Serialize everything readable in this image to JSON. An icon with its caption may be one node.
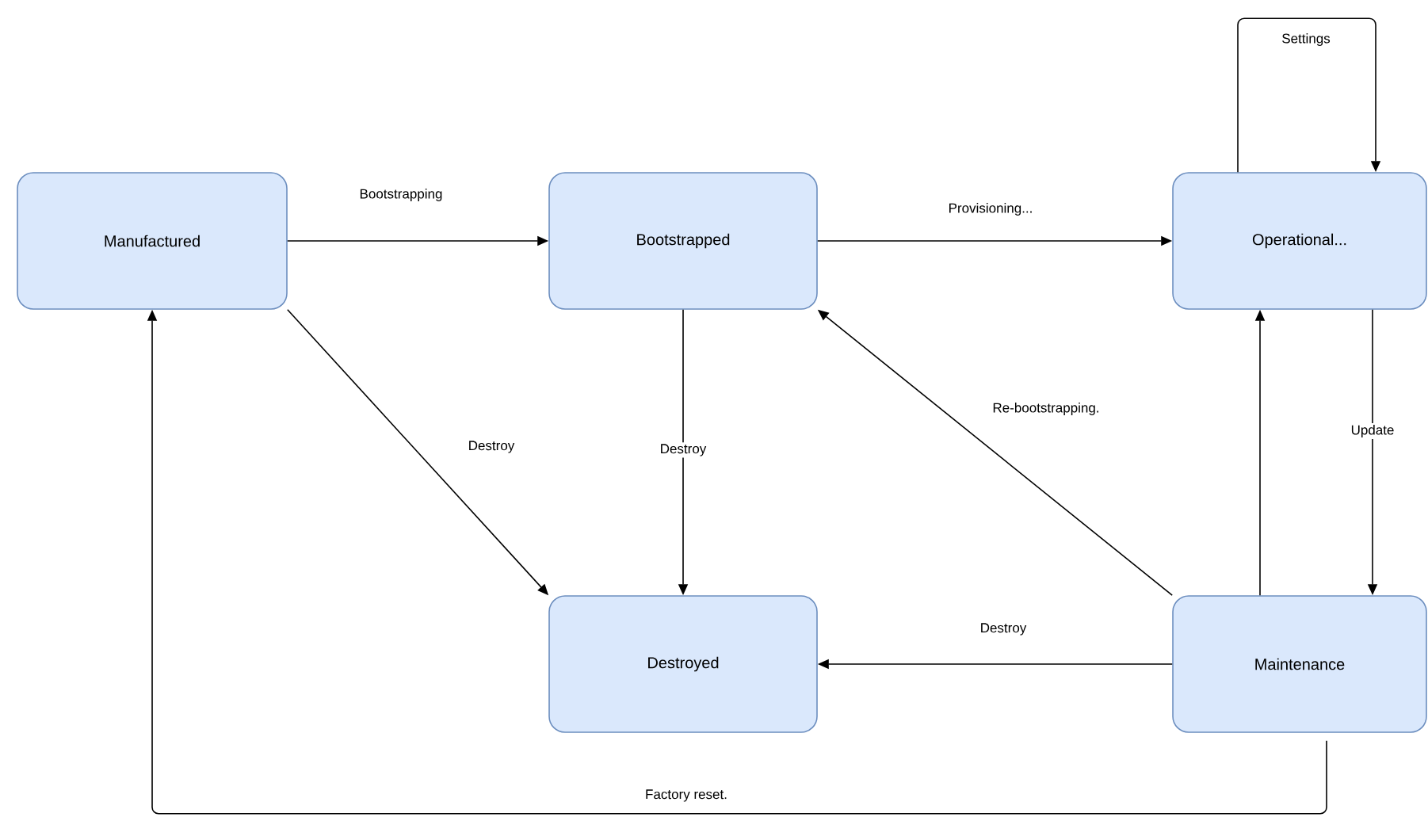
{
  "diagram": {
    "nodes": [
      {
        "text": [
          "Manufactured"
        ]
      },
      {
        "text": [
          "Bootstrapped"
        ]
      },
      {
        "text": [
          "Operational..."
        ]
      },
      {
        "text": [
          "Destroyed"
        ]
      },
      {
        "text": [
          "Maintenance"
        ]
      }
    ],
    "edges": [
      {
        "from": 0,
        "to": 1,
        "arrow": "to",
        "label": "Bootstrapping"
      },
      {
        "from": 1,
        "to": 2,
        "arrow": "to",
        "label": "Provisioning..."
      },
      {
        "from": 2,
        "to": 2,
        "arrow": "to",
        "label": "Settings"
      },
      {
        "from": 0,
        "to": 3,
        "arrow": "to",
        "label": "Destroy"
      },
      {
        "from": 1,
        "to": 3,
        "arrow": "to",
        "label": "Destroy"
      },
      {
        "from": 4,
        "to": 1,
        "arrow": "to",
        "label": "Re-bootstrapping."
      },
      {
        "from": 2,
        "to": 4,
        "arrow": "to",
        "label": "Update"
      },
      {
        "from": 4,
        "to": 2,
        "arrow": "to"
      },
      {
        "from": 4,
        "to": 3,
        "arrow": "to",
        "label": "Destroy"
      },
      {
        "from": 4,
        "to": 0,
        "arrow": "to",
        "label": "Factory reset."
      }
    ]
  }
}
